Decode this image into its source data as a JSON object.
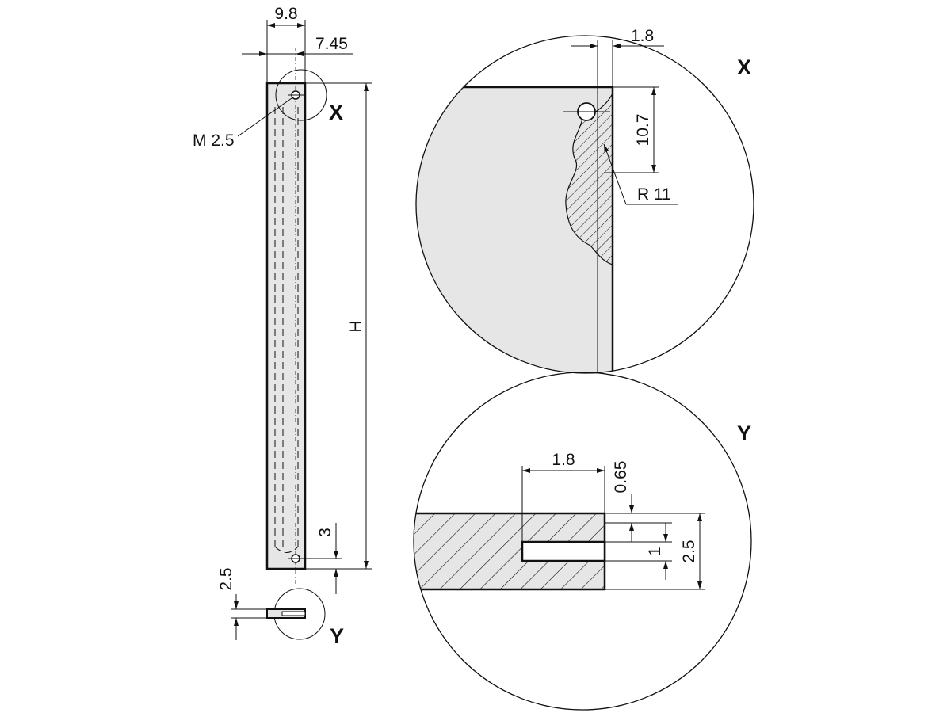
{
  "labels": {
    "detail_x": "X",
    "detail_y": "Y",
    "detail_x_large": "X",
    "detail_y_large": "Y"
  },
  "dimensions": {
    "width_overall": "9.8",
    "hole_offset": "7.45",
    "thread": "M 2.5",
    "height": "H",
    "bottom_hole": "3",
    "thickness_small": "2.5",
    "x_detail_offset": "1.8",
    "x_detail_depth": "10.7",
    "x_detail_radius": "R 11",
    "y_detail_slot_width": "1.8",
    "y_detail_slot_top": "0.65",
    "y_detail_slot_height": "1",
    "y_detail_thickness": "2.5"
  },
  "colors": {
    "part_fill": "#e6e6e6",
    "line": "#111111",
    "background": "#ffffff"
  }
}
